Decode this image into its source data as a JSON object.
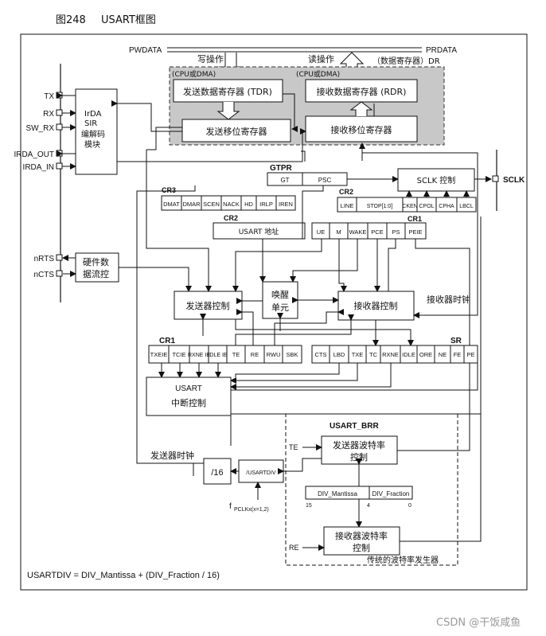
{
  "figure": {
    "number": "图248",
    "title": "USART框图"
  },
  "bus": {
    "pwdata": "PWDATA",
    "prdata": "PRDATA",
    "write_op": "写操作",
    "read_op": "读操作",
    "cpu_dma_w": "(CPU或DMA)",
    "cpu_dma_r": "(CPU或DMA)",
    "data_register": "（数据寄存器）DR"
  },
  "blocks": {
    "tdr": "发送数据寄存器 (TDR)",
    "rdr": "接收数据寄存器 (RDR)",
    "tx_shift": "发送移位寄存器",
    "rx_shift": "接收移位寄存器",
    "irda": [
      "IrDA",
      "SIR",
      "编解码",
      "模块"
    ],
    "hwflow": [
      "硬件数",
      "据流控"
    ],
    "sclk_ctrl": "SCLK 控制",
    "usart_addr": "USART 地址",
    "wakeup": [
      "唤醒",
      "单元"
    ],
    "tx_ctrl": "发送器控制",
    "rx_ctrl": "接收器控制",
    "usart_int": [
      "USART",
      "中断控制"
    ],
    "div16": "/16",
    "usartdiv": "/USARTDIV",
    "brr_title": "USART_BRR",
    "tx_baud": [
      "发送器波特率",
      "控制"
    ],
    "rx_baud": [
      "接收器波特率",
      "控制"
    ],
    "legacy_baud": "传统的波特率发生器"
  },
  "pins": {
    "tx": "TX",
    "rx": "RX",
    "sw_rx": "SW_RX",
    "irda_out": "IRDA_OUT",
    "irda_in": "IRDA_IN",
    "nrts": "nRTS",
    "ncts": "nCTS",
    "sclk": "SCLK"
  },
  "registers": {
    "gtpr": {
      "name": "GTPR",
      "fields": [
        "GT",
        "PSC"
      ]
    },
    "cr3": {
      "name": "CR3",
      "fields": [
        "DMAT",
        "DMAR",
        "SCEN",
        "NACK",
        "HD",
        "IRLP",
        "IREN"
      ]
    },
    "cr2_top": {
      "name": "CR2",
      "fields": [
        "LINE",
        "STOP[1:0]",
        "CKEN",
        "CPOL",
        "CPHA",
        "LBCL"
      ]
    },
    "cr2_addr": {
      "name": "CR2"
    },
    "cr1_top": {
      "name": "CR1",
      "fields": [
        "UE",
        "M",
        "WAKE",
        "PCE",
        "PS",
        "PEIE"
      ]
    },
    "cr1_bot": {
      "name": "CR1",
      "fields": [
        "TXEIE",
        "TCIE",
        "RXNE IE",
        "IDLE IE",
        "TE",
        "RE",
        "RWU",
        "SBK"
      ]
    },
    "sr": {
      "name": "SR",
      "fields": [
        "CTS",
        "LBD",
        "TXE",
        "TC",
        "RXNE",
        "IDLE",
        "ORE",
        "NE",
        "FE",
        "PE"
      ]
    },
    "brr_fields": [
      "DIV_Mantissa",
      "DIV_Fraction"
    ],
    "brr_bits": [
      "15",
      "4",
      "0"
    ]
  },
  "labels": {
    "tx_clock": "发送器时钟",
    "rx_clock": "接收器时钟",
    "te": "TE",
    "re": "RE",
    "fpclk": "f",
    "fpclk_sub": "PCLKx(x=1,2)",
    "formula": "USARTDIV = DIV_Mantissa + (DIV_Fraction / 16)"
  },
  "watermark": "CSDN @干饭咸鱼"
}
